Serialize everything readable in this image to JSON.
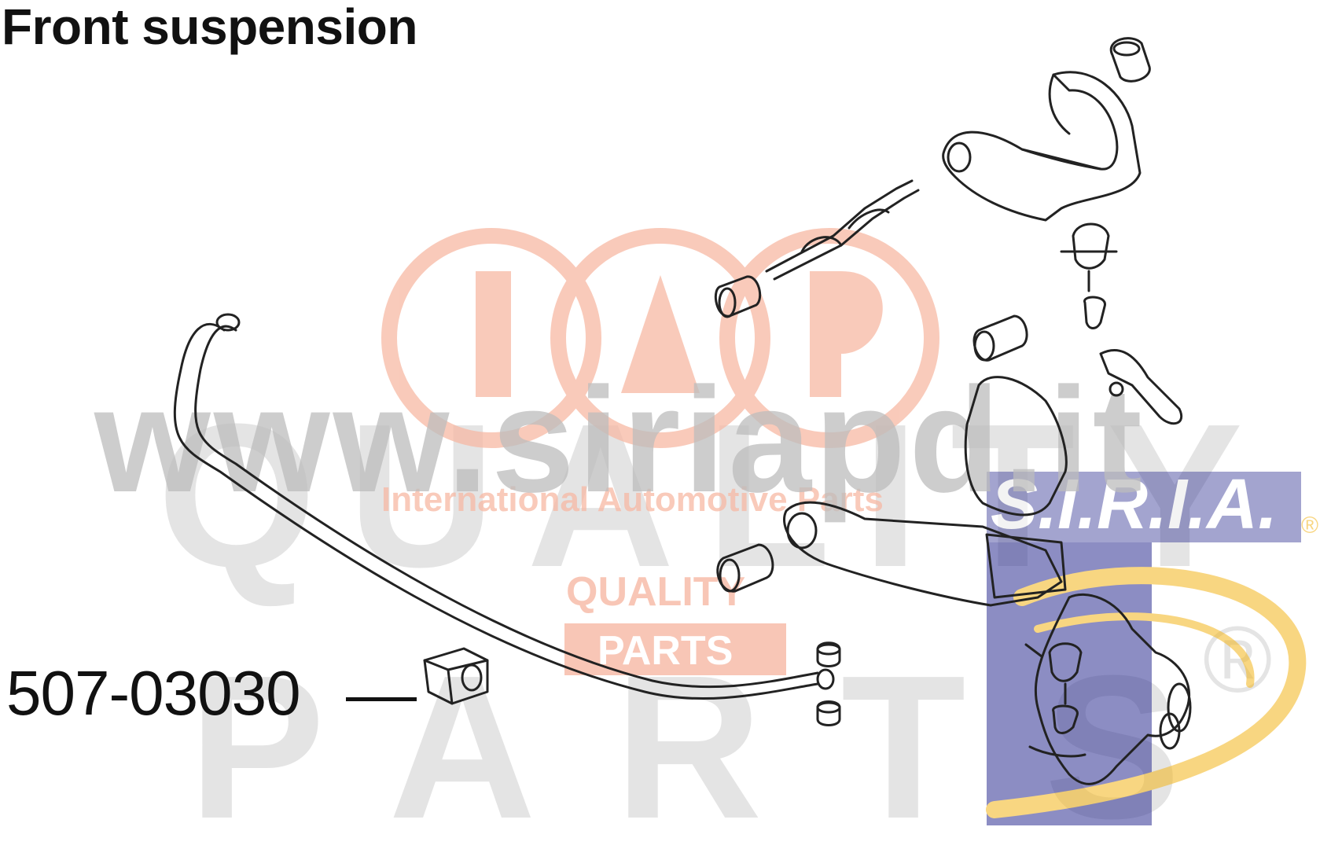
{
  "diagram": {
    "title": "Front suspension",
    "callouts": [
      {
        "part_number": "507-03030"
      }
    ]
  },
  "watermarks": {
    "url": "www.siriapd.it",
    "brand_tagline": "International Automotive Parts",
    "quality_line1": "QUALITY",
    "quality_line2": "PARTS",
    "background_word1": "QUALITY",
    "background_word2": "PARTS",
    "registered_mark": "®",
    "logo_letters": "IAP",
    "siria_logo": "S.I.R.I.A.",
    "siria_registered": "®"
  },
  "colors": {
    "line_art": "#222222",
    "watermark_gray": "#d2d2d2",
    "watermark_url_gray": "#bdbdbd",
    "iap_salmon": "#f7b9a4",
    "siria_blue": "#2e3192",
    "siria_gold": "#f3b41b"
  }
}
